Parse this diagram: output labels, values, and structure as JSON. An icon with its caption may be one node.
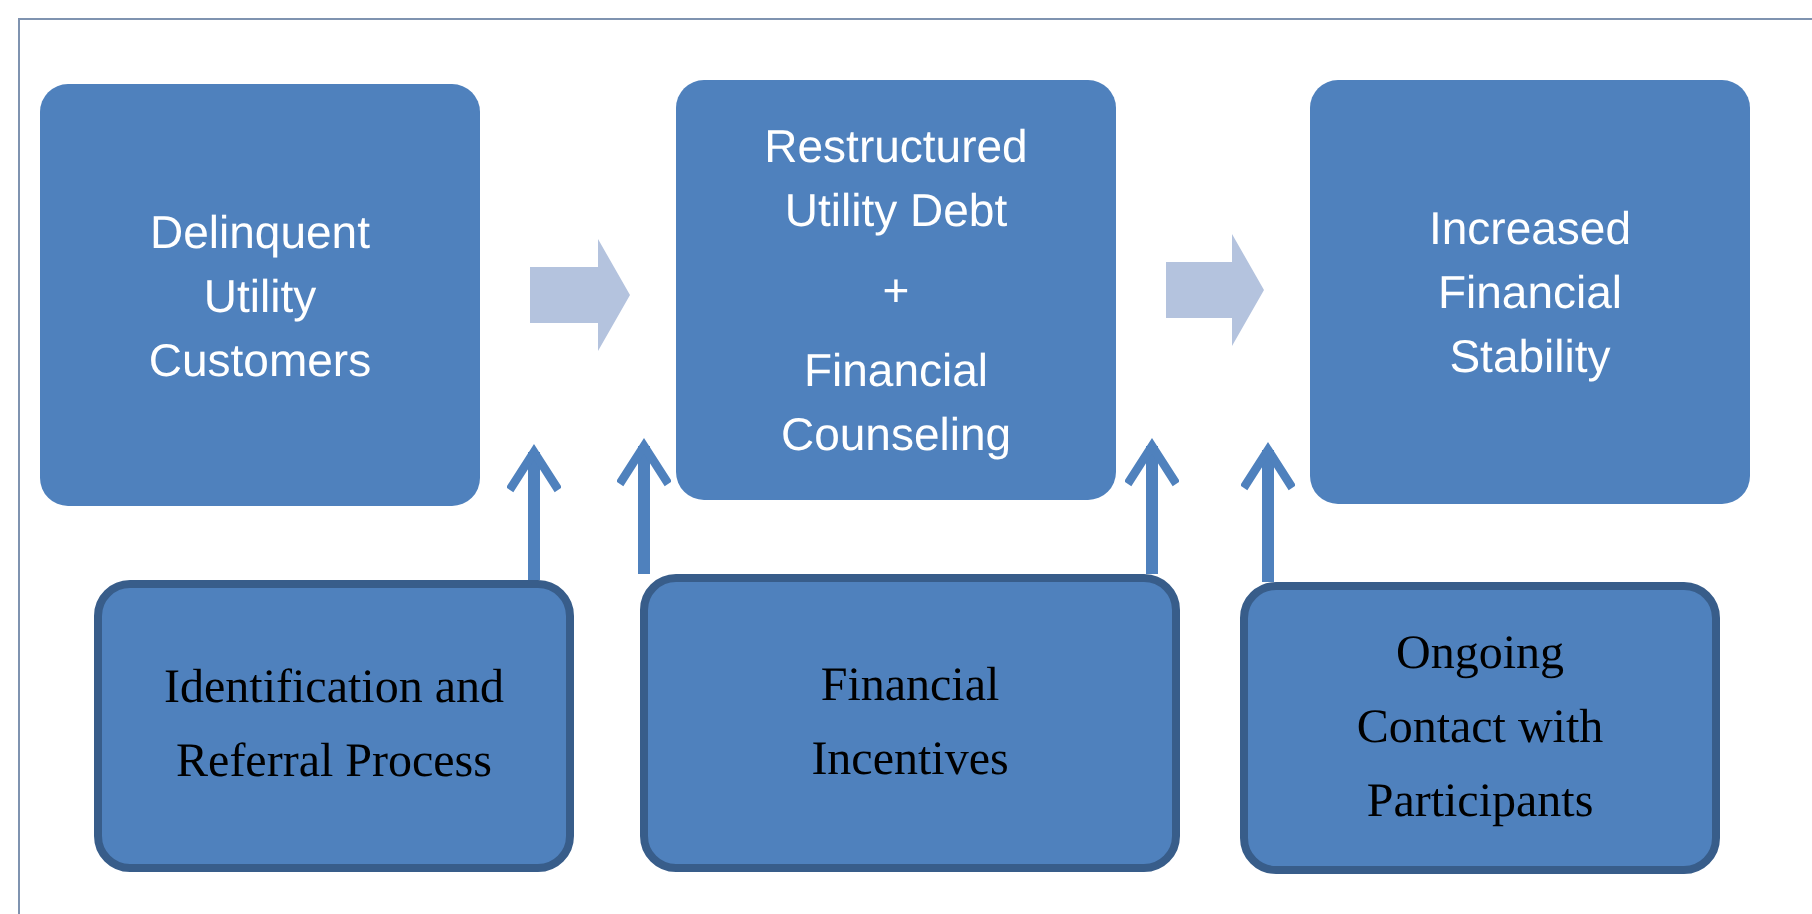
{
  "diagram": {
    "nodes": [
      {
        "text": [
          "Delinquent Utility Customers"
        ]
      },
      {
        "text": [
          "Restructured Utility Debt",
          "+",
          "Financial Counseling"
        ]
      },
      {
        "text": [
          "Increased Financial Stability"
        ]
      },
      {
        "text": [
          "Identification and Referral Process"
        ]
      },
      {
        "text": [
          "Financial Incentives"
        ]
      },
      {
        "text": [
          "Ongoing Contact with Participants"
        ]
      }
    ],
    "edges": [
      {
        "from": 0,
        "to": 1,
        "arrow": "to",
        "style": "thick",
        "color": "#b4c3de"
      },
      {
        "from": 1,
        "to": 2,
        "arrow": "to",
        "style": "thick",
        "color": "#b4c3de"
      },
      {
        "from": 3,
        "to": 0,
        "arrow": "to"
      },
      {
        "from": 4,
        "to": 1,
        "arrow": "to"
      },
      {
        "from": 4,
        "to": 1,
        "arrow": "to"
      },
      {
        "from": 5,
        "to": 2,
        "arrow": "to"
      }
    ]
  }
}
